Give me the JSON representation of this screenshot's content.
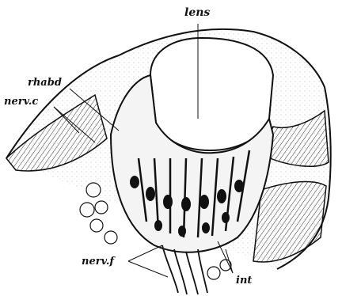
{
  "labels": {
    "lens": "lens",
    "rhabd": "rhabd",
    "nerv_c": "nerv.c",
    "nerv_f": "nerv.f",
    "int": "int"
  },
  "colors": {
    "ink": "#111111",
    "paper": "#ffffff",
    "stipple": "#cfcfcf"
  }
}
